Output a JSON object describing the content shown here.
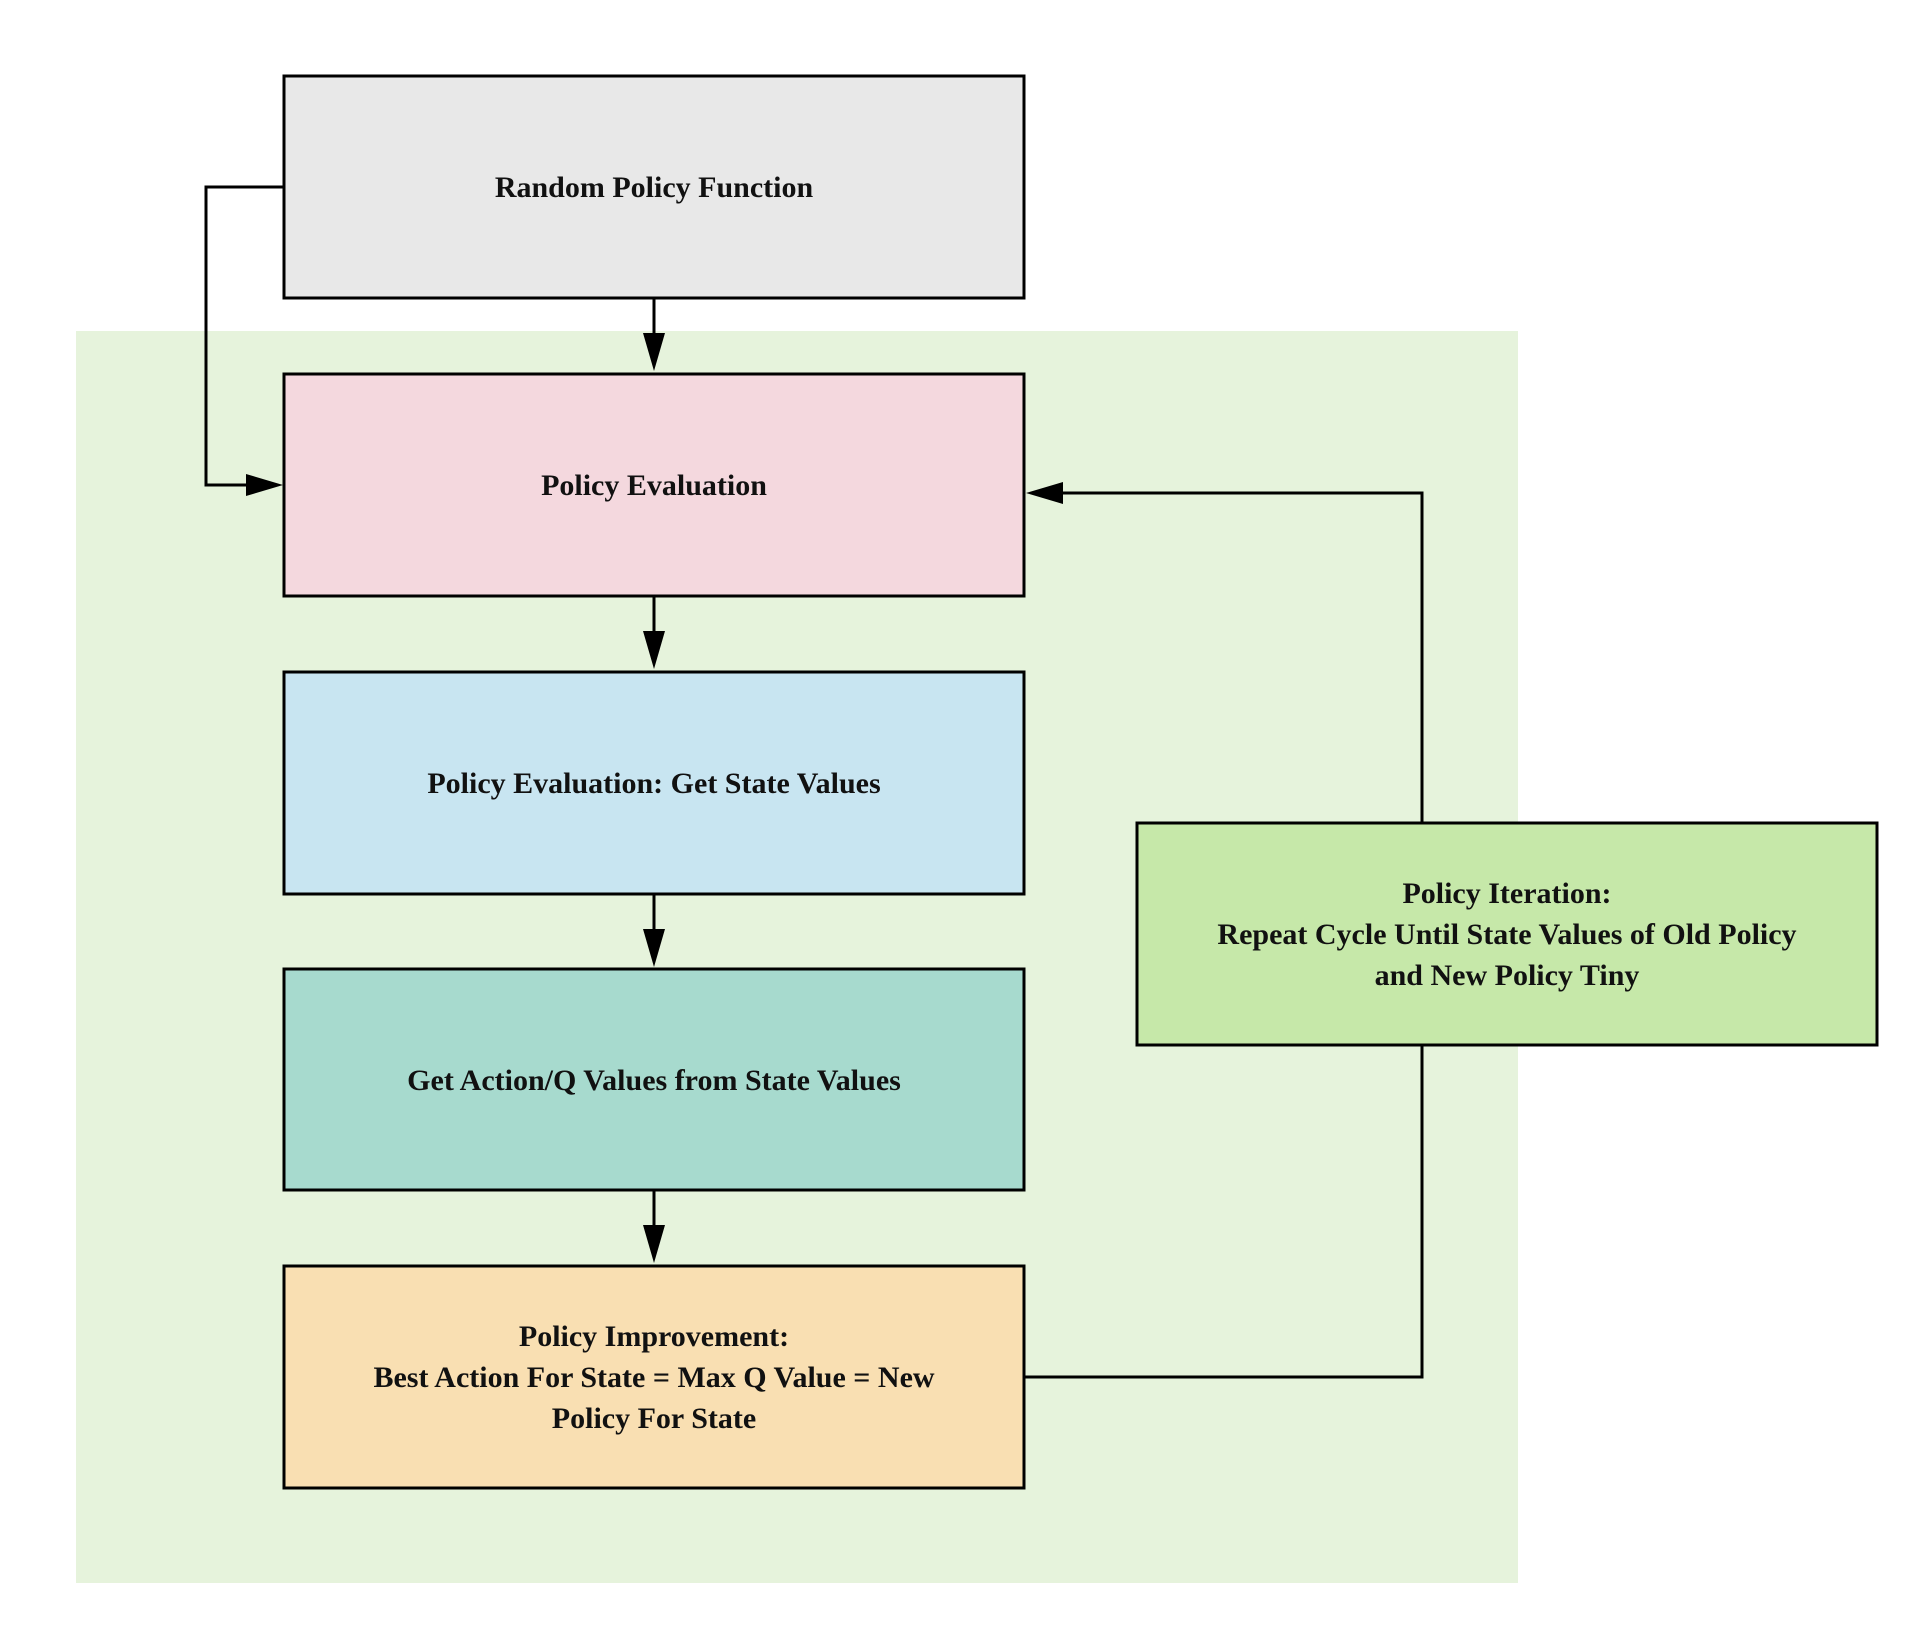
{
  "diagram": {
    "group_fill": "#e6f3dc",
    "stroke_color": "#000000",
    "nodes": {
      "random_policy": {
        "lines": [
          "Random Policy Function"
        ],
        "fill": "#e8e8e8"
      },
      "policy_evaluation": {
        "lines": [
          "Policy Evaluation"
        ],
        "fill": "#f4d8de"
      },
      "get_state_values": {
        "lines": [
          "Policy Evaluation: Get State Values"
        ],
        "fill": "#c8e5f1"
      },
      "get_q_values": {
        "lines": [
          "Get Action/Q Values from State Values"
        ],
        "fill": "#a7dace"
      },
      "policy_improvement": {
        "lines": [
          "Policy Improvement:",
          "Best Action For State = Max Q Value = New",
          "Policy For State"
        ],
        "fill": "#f9dfb2"
      },
      "policy_iteration": {
        "lines": [
          "Policy Iteration:",
          "Repeat Cycle Until State Values of Old Policy",
          "and New Policy Tiny"
        ],
        "fill": "#c6e8a9"
      }
    }
  }
}
